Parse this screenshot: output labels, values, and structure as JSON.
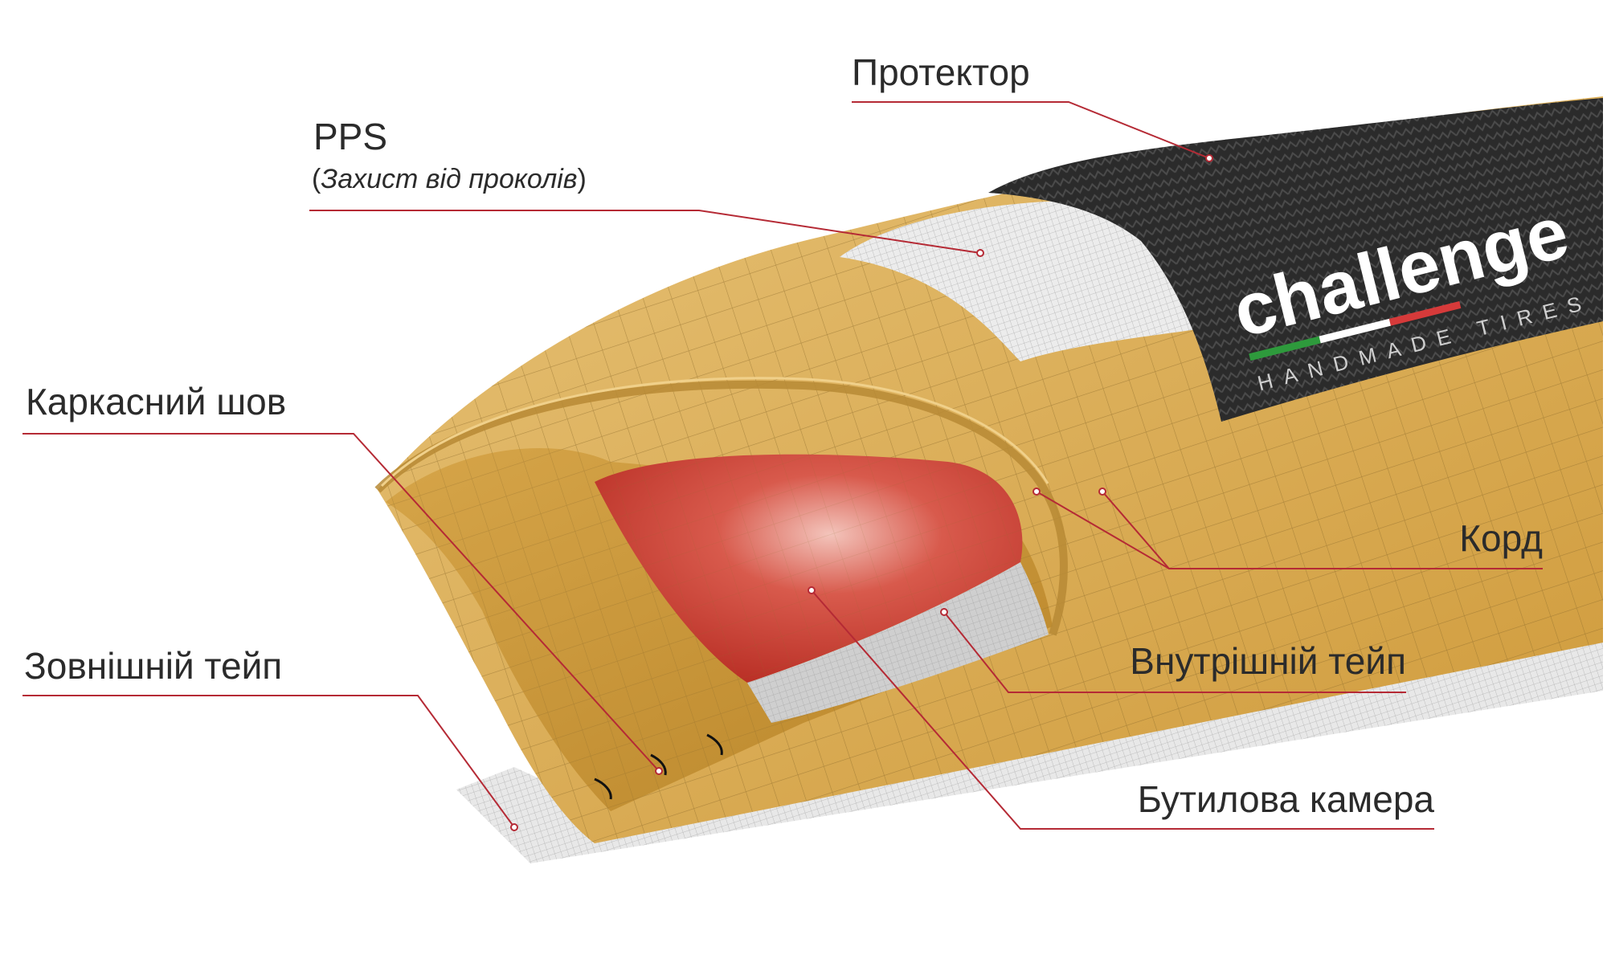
{
  "labels": {
    "tread": "Протектор",
    "pps": "PPS",
    "pps_note": "Захист від проколів",
    "casing_seam": "Каркасний шов",
    "cord": "Корд",
    "outer_tape": "Зовнішній тейп",
    "inner_tape": "Внутрішній тейп",
    "butyl_tube": "Бутилова камера"
  },
  "brand": {
    "logo_text": "challenge",
    "logo_subtext": "HANDMADE TIRES"
  },
  "colors": {
    "leader_line": "#b52a35",
    "cord": "#d9a94a",
    "tread": "#2e2e2e",
    "tube": "#c8382e",
    "tape": "#e6e6e6"
  }
}
